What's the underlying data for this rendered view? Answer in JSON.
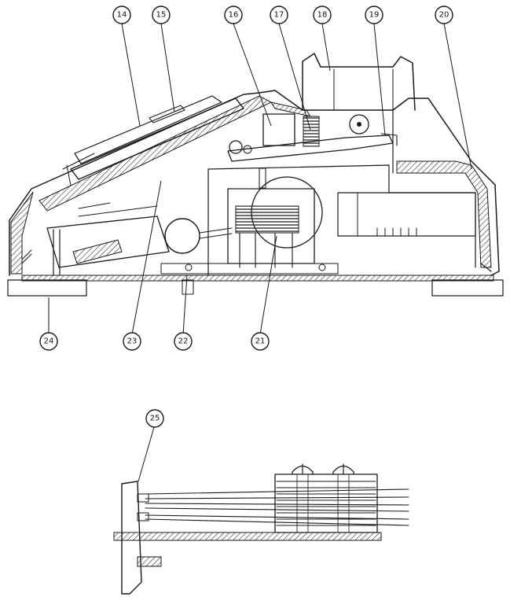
{
  "figure": {
    "upper_callouts": [
      "14",
      "15",
      "16",
      "17",
      "18",
      "19",
      "20",
      "21",
      "22",
      "23",
      "24"
    ],
    "lower_callouts": [
      "25"
    ]
  },
  "colors": {
    "ink": "#1a1a1a",
    "hatch": "#333333",
    "paper": "#ffffff"
  }
}
